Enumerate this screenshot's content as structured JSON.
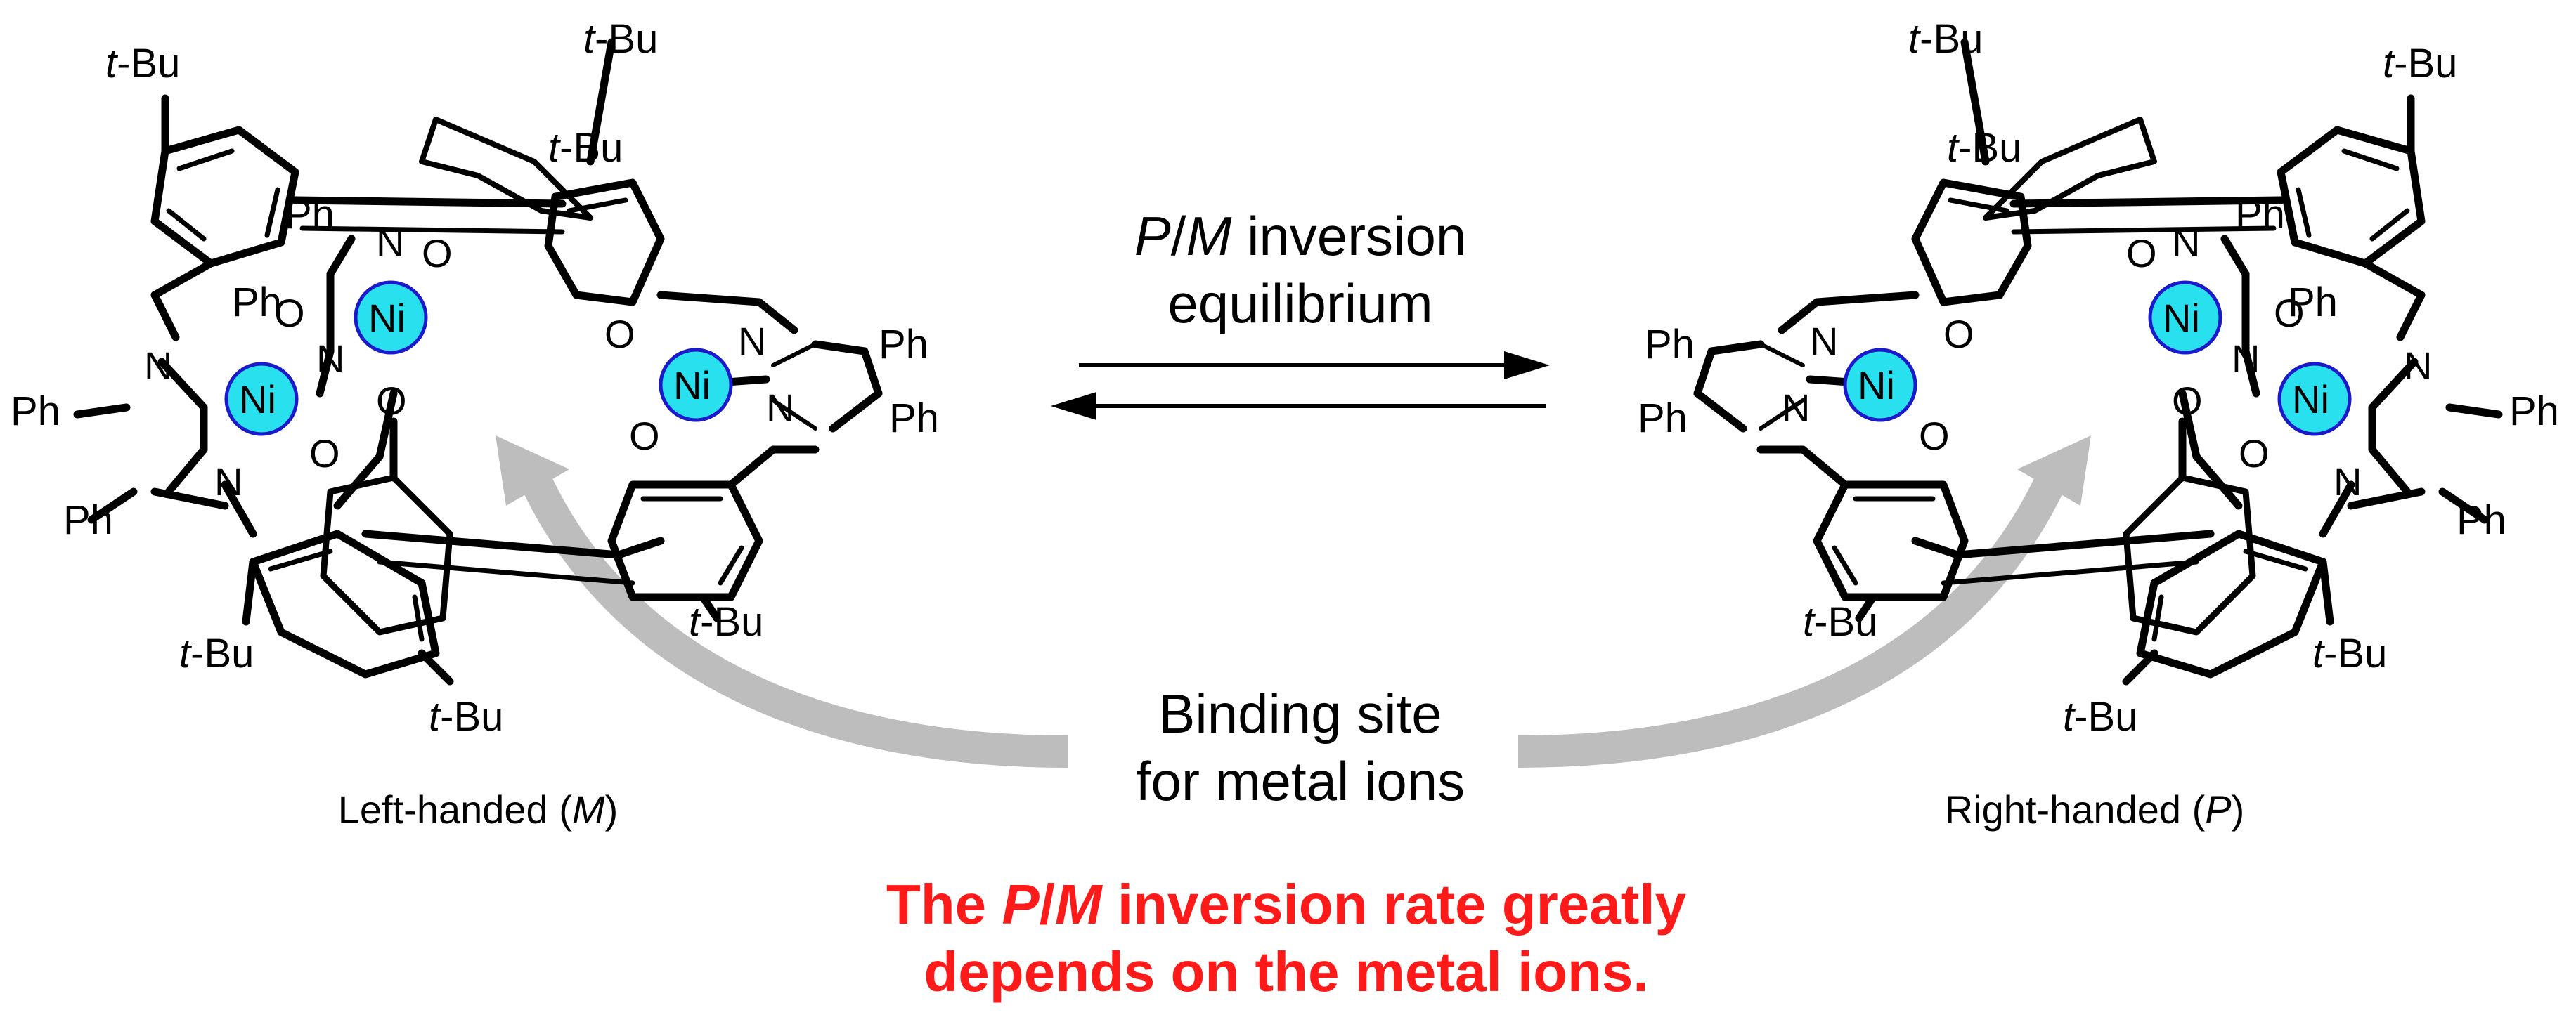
{
  "equilibrium": {
    "line1_italic_a": "P",
    "line1_slash": "/",
    "line1_italic_b": "M",
    "line1_rest": " inversion",
    "line2": "equilibrium"
  },
  "binding_site": {
    "line1": "Binding site",
    "line2": "for metal ions"
  },
  "left_caption": {
    "text": "Left-handed (",
    "italic": "M",
    "close": ")"
  },
  "right_caption": {
    "text": "Right-handed (",
    "italic": "P",
    "close": ")"
  },
  "conclusion": {
    "line1_pre": "The ",
    "line1_italic": "P",
    "line1_slash": "/",
    "line1_italic2": "M",
    "line1_post": " inversion rate greatly",
    "line2": "depends on the metal ions."
  },
  "atoms": {
    "tbu": "t-Bu",
    "ph": "Ph",
    "ni": "Ni",
    "n": "N",
    "o": "O"
  },
  "colors": {
    "nickel_fill": "#29e0ee",
    "nickel_stroke": "#1a1acc",
    "nitrogen": "#1a1ae6",
    "oxygen": "#e60000",
    "arrow_gray": "#bdbdbd",
    "conclusion_red": "#ff1a1a"
  }
}
